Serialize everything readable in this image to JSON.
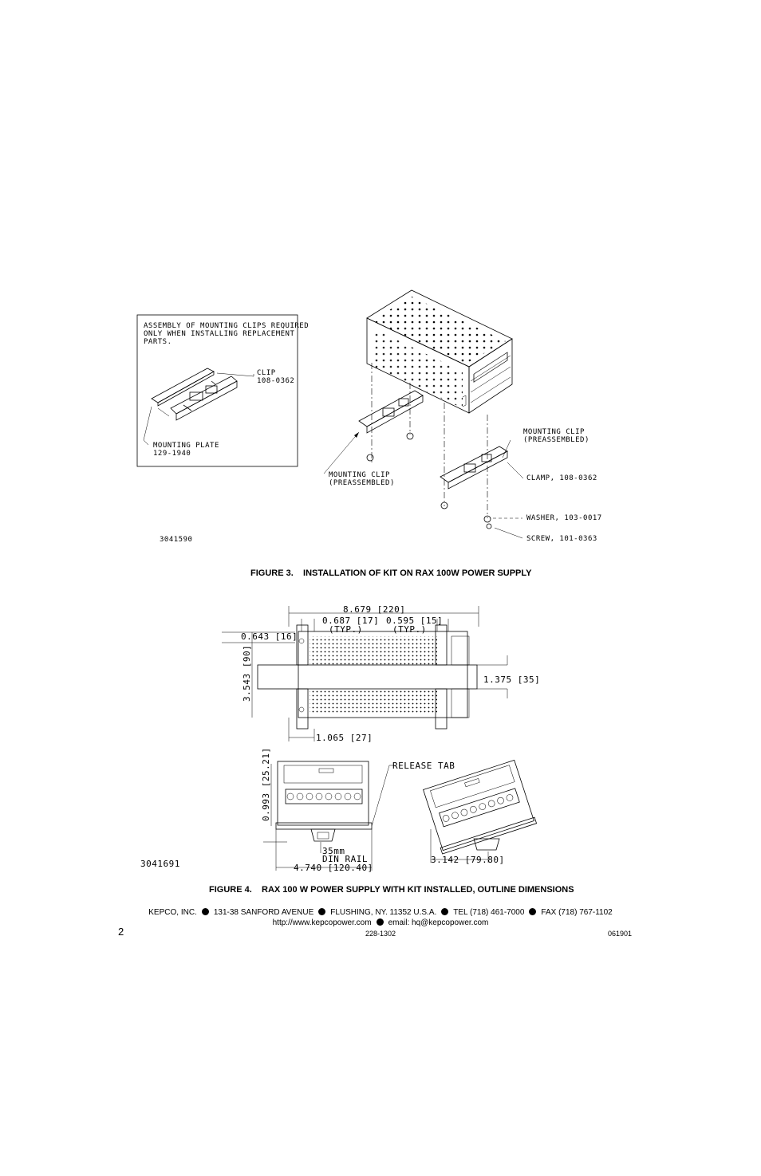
{
  "figure3": {
    "inset_note": [
      "ASSEMBLY OF MOUNTING CLIPS REQUIRED",
      "ONLY WHEN INSTALLING REPLACEMENT",
      "PARTS."
    ],
    "clip_label": [
      "CLIP",
      "108-0362"
    ],
    "plate_label": [
      "MOUNTING PLATE",
      "129-1940"
    ],
    "mounting_clip_right": [
      "MOUNTING CLIP",
      "(PREASSEMBLED)"
    ],
    "mounting_clip_left": [
      "MOUNTING CLIP",
      "(PREASSEMBLED)"
    ],
    "clamp_label": "CLAMP, 108-0362",
    "washer_label": "WASHER, 103-0017",
    "screw_label": "SCREW, 101-0363",
    "drawing_number": "3041590",
    "caption": "FIGURE 3.    INSTALLATION OF KIT ON RAX 100W POWER SUPPLY"
  },
  "figure4": {
    "dim_overall": "8.679 [220]",
    "dim_left_typ": [
      "0.687 [17]",
      "(TYP.)"
    ],
    "dim_right_typ": [
      "0.595 [15]",
      "(TYP.)"
    ],
    "dim_top_offset": "0.643 [16]",
    "dim_height": "3.543 [90]",
    "dim_rail": "1.375 [35]",
    "dim_bottom_offset": "1.065 [27]",
    "dim_side_height": "0.993 [25.21]",
    "release_tab": "RELEASE TAB",
    "din_rail": [
      "35mm",
      "DIN RAIL"
    ],
    "dim_depth": "4.740 [120.40]",
    "dim_tilt": "3.142 [79.80]",
    "drawing_number": "3041691",
    "caption": "FIGURE 4.    RAX 100 W POWER SUPPLY WITH KIT INSTALLED, OUTLINE DIMENSIONS"
  },
  "footer": {
    "company": "KEPCO, INC.",
    "address": "131-38 SANFORD AVENUE",
    "city": "FLUSHING, NY. 11352 U.S.A.",
    "tel": "TEL (718) 461-7000",
    "fax": "FAX (718) 767-1102",
    "web": "http://www.kepcopower.com",
    "email": "email: hq@kepcopower.com",
    "page_number": "2",
    "doc_number": "228-1302",
    "date_code": "061901"
  }
}
